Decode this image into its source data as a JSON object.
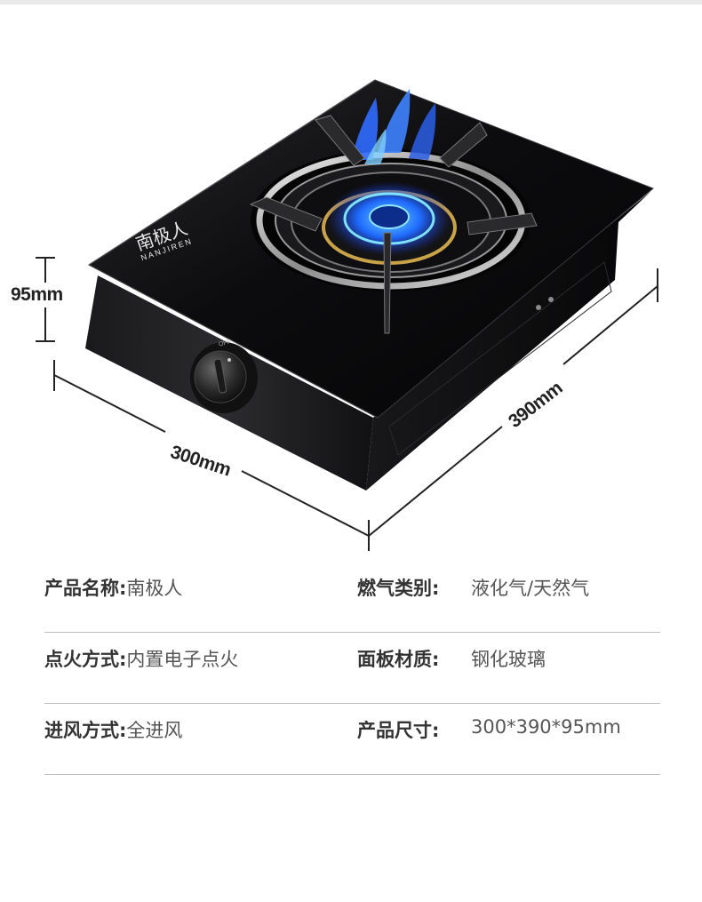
{
  "product_image": {
    "brand_cn": "南极人",
    "brand_en": "NANJIREN",
    "knob_label": "OFF",
    "dimensions": {
      "height": "95mm",
      "width": "300mm",
      "depth": "390mm"
    }
  },
  "specs": [
    {
      "left": {
        "key": "产品名称:",
        "value": "南极人"
      },
      "right": {
        "key": "燃气类别:",
        "value": "液化气/天然气"
      }
    },
    {
      "left": {
        "key": "点火方式:",
        "value": "内置电子点火"
      },
      "right": {
        "key": "面板材质:",
        "value": "钢化玻璃"
      }
    },
    {
      "left": {
        "key": "进风方式:",
        "value": "全进风"
      },
      "right": {
        "key": "产品尺寸:",
        "value": "300*390*95mm"
      }
    }
  ],
  "colors": {
    "glass": "#0b0b0d",
    "flame": "#2a6cff",
    "divider": "#bdbdbd"
  }
}
